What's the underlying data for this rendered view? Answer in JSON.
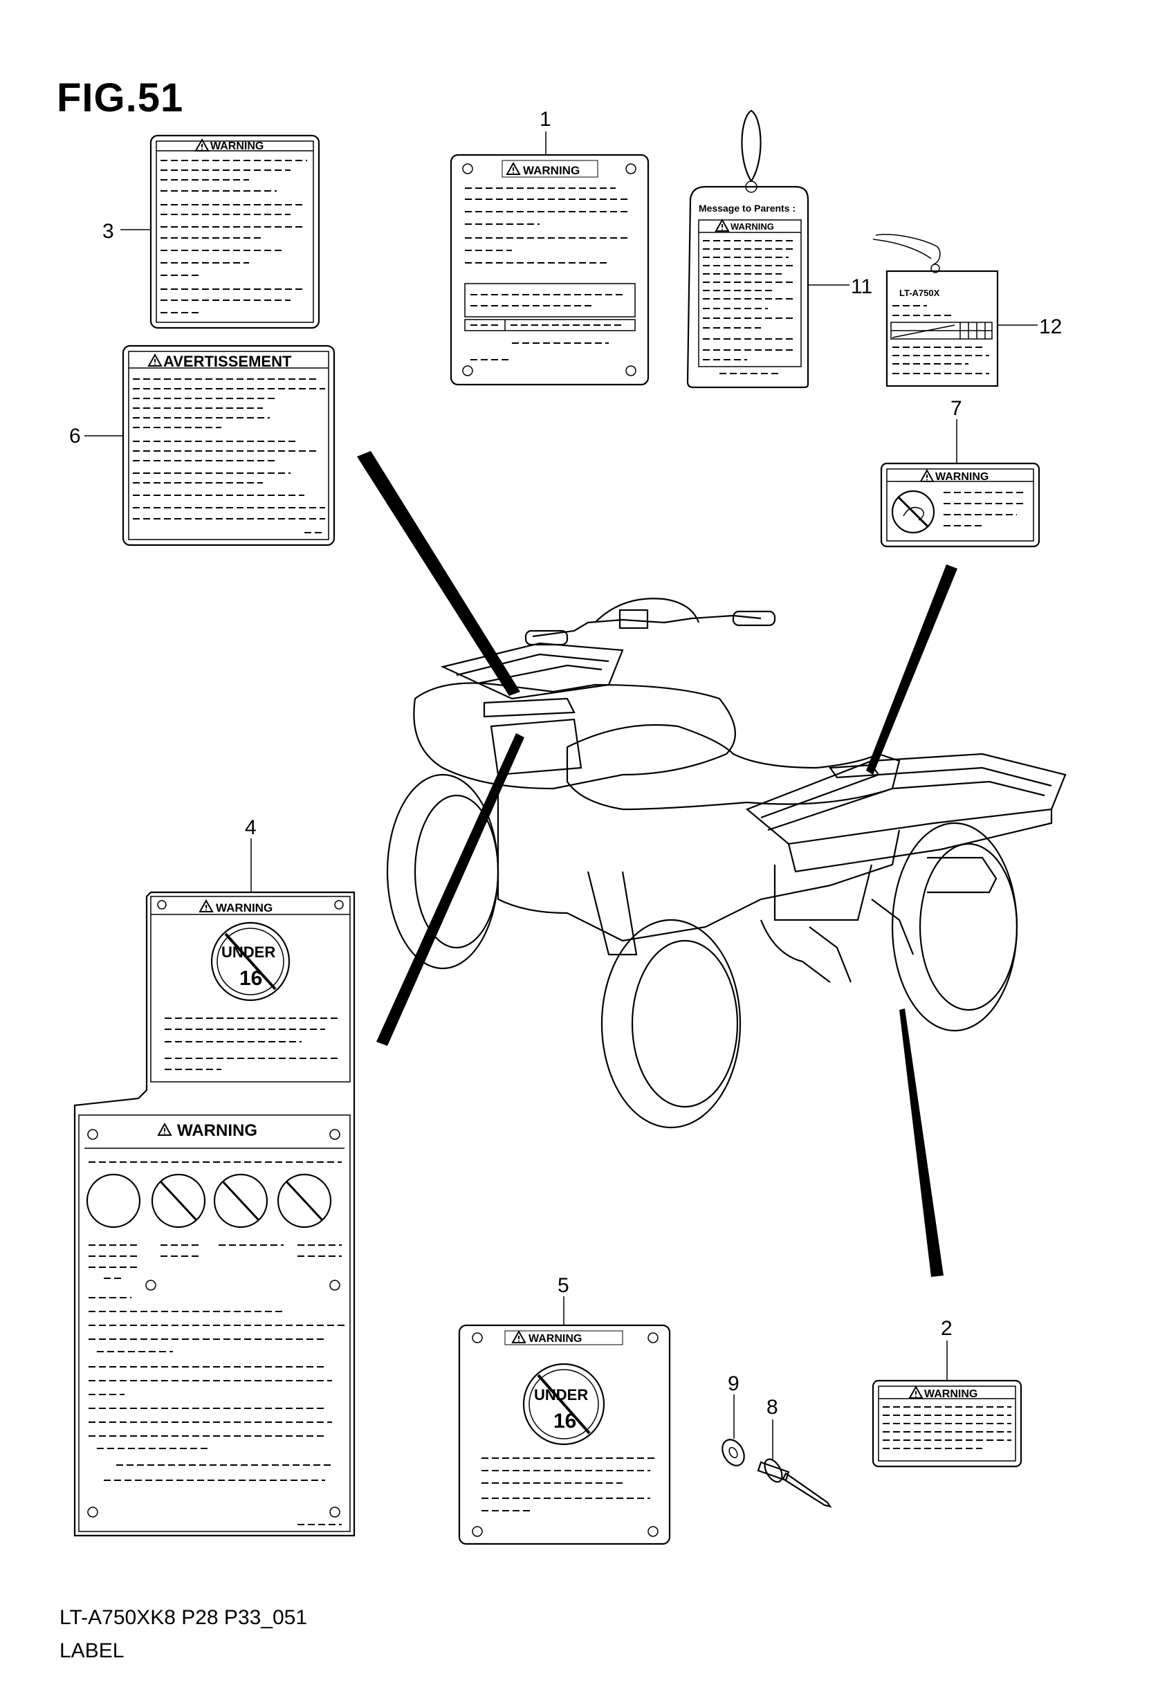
{
  "figure": {
    "title": "FIG.51"
  },
  "footer": {
    "model_code": "LT-A750XK8 P28 P33_051",
    "section": "LABEL"
  },
  "labels": {
    "warning": "WARNING",
    "avertissement": "AVERTISSEMENT",
    "message_to_parents": "Message to Parents :",
    "model_tag": "LT-A750X",
    "under_text": "UNDER",
    "under_age": "16"
  },
  "callouts": [
    "1",
    "2",
    "3",
    "4",
    "5",
    "6",
    "7",
    "8",
    "9",
    "11",
    "12"
  ],
  "colors": {
    "line": "#000000",
    "background": "#ffffff"
  }
}
